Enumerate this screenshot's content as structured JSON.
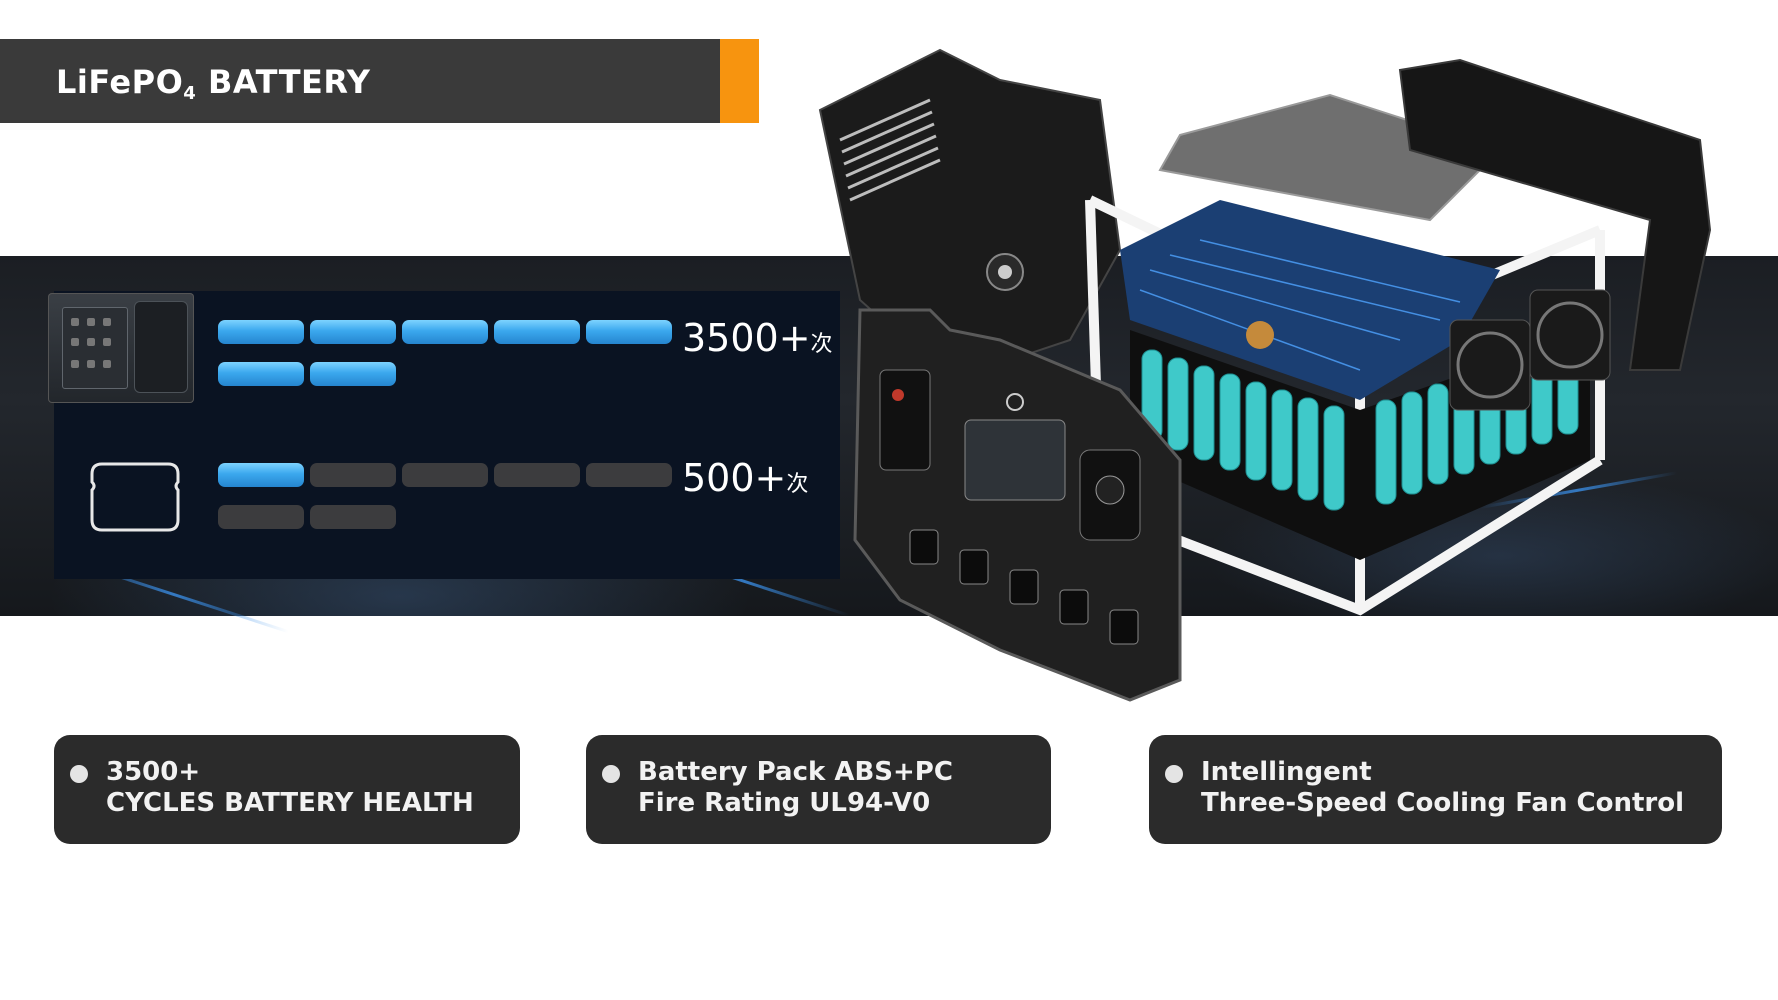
{
  "header": {
    "title_prefix": "LiFePO",
    "title_subscript": "4",
    "title_suffix": " BATTERY"
  },
  "colors": {
    "accent": "#f7940f",
    "title_bar": "#3a3a3a",
    "bar_active": "#3ba8ee",
    "bar_inactive": "#3c3c3e",
    "feature_box": "#2b2b2b"
  },
  "comparison": {
    "lifepo4": {
      "cycles": "3500+",
      "unit": "次",
      "filled_bars": 7,
      "total_bars": 7,
      "icon": "power-station-photo"
    },
    "other": {
      "cycles": "500+",
      "unit": "次",
      "filled_bars": 1,
      "total_bars": 7,
      "icon": "generic-battery-outline-icon"
    }
  },
  "features": [
    {
      "line1": "3500+",
      "line2": "CYCLES BATTERY HEALTH"
    },
    {
      "line1": "Battery Pack ABS+PC",
      "line2": "Fire Rating UL94-V0"
    },
    {
      "line1": "Intellingent",
      "line2": "Three-Speed Cooling Fan Control"
    }
  ]
}
